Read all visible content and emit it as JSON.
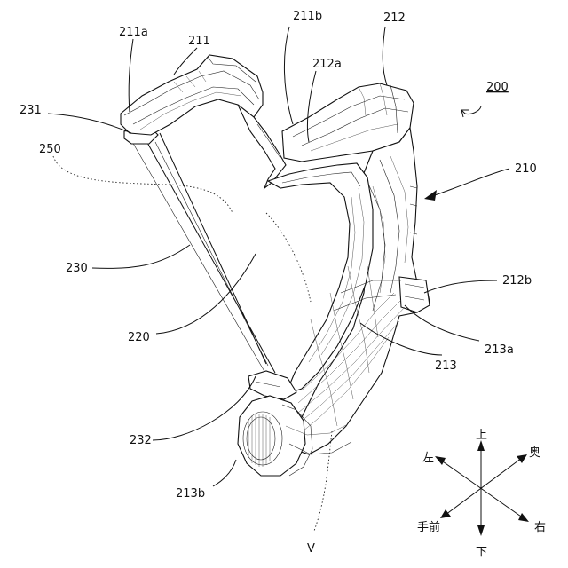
{
  "figure": {
    "reference_numeral": "200",
    "labels": {
      "l211a": "211a",
      "l211": "211",
      "l211b": "211b",
      "l212": "212",
      "l212a": "212a",
      "l231": "231",
      "l250": "250",
      "l210": "210",
      "l230": "230",
      "l212b": "212b",
      "l220": "220",
      "l213a": "213a",
      "l213": "213",
      "l232": "232",
      "l213b": "213b",
      "lV": "V"
    }
  },
  "direction_legend": {
    "up": "上",
    "down": "下",
    "left": "左",
    "right": "右",
    "back": "奥",
    "front": "手前"
  }
}
